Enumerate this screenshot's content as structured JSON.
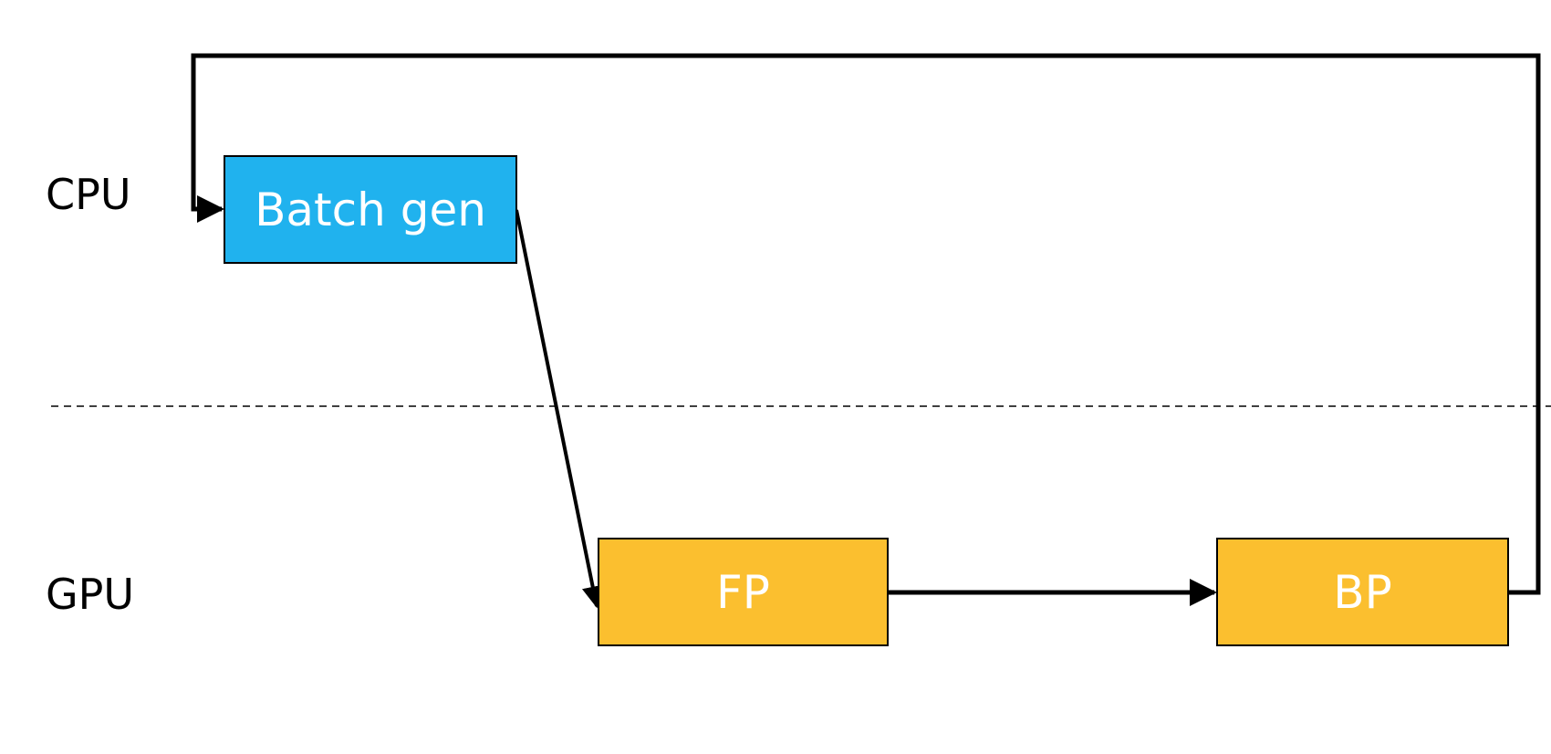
{
  "lanes": {
    "cpu": "CPU",
    "gpu": "GPU"
  },
  "boxes": {
    "batch_gen": {
      "label": "Batch gen",
      "color": "#20B2EE"
    },
    "fp": {
      "label": "FP",
      "color": "#FBBF2F"
    },
    "bp": {
      "label": "BP",
      "color": "#FBBF2F"
    }
  },
  "colors": {
    "arrow": "#000000",
    "divider": "#000000",
    "box_text": "#FFFFFF"
  }
}
